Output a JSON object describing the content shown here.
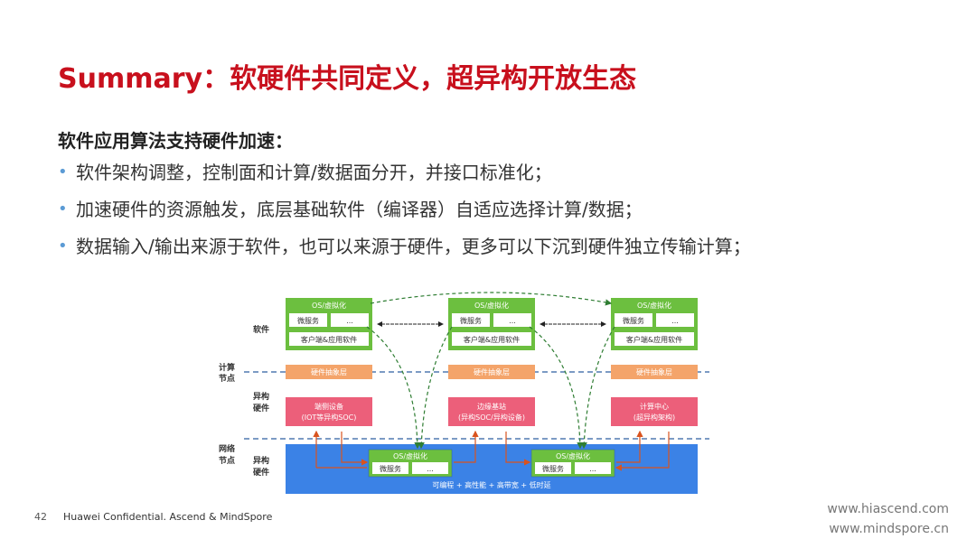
{
  "title": "Summary：软硬件共同定义，超异构开放生态",
  "subtitle": "软件应用算法支持硬件加速：",
  "bullets": [
    "软件架构调整，控制面和计算/数据面分开，并接口标准化；",
    "加速硬件的资源触发，底层基础软件（编译器）自适应选择计算/数据；",
    "数据输入/输出来源于软件，也可以来源于硬件，更多可以下沉到硬件独立传输计算；"
  ],
  "diagram": {
    "row_labels": {
      "software": "软件",
      "compute_node_1": "计算",
      "compute_node_2": "节点",
      "hetero_hw_1": "异构",
      "hetero_hw_2": "硬件",
      "network_node_1": "网络",
      "network_node_2": "节点",
      "network_hetero_1": "异构",
      "network_hetero_2": "硬件"
    },
    "software_stacks": [
      {
        "os": "OS/虚拟化",
        "micro": "微服务",
        "more": "...",
        "client": "客户端&应用软件"
      },
      {
        "os": "OS/虚拟化",
        "micro": "微服务",
        "more": "...",
        "client": "客户端&应用软件"
      },
      {
        "os": "OS/虚拟化",
        "micro": "微服务",
        "more": "...",
        "client": "客户端&应用软件"
      }
    ],
    "abstraction_layers": [
      "硬件抽象层",
      "硬件抽象层",
      "硬件抽象层"
    ],
    "hardware_boxes": [
      {
        "line1": "端侧设备",
        "line2": "(IOT等异构SOC)"
      },
      {
        "line1": "边缘基站",
        "line2": "(异构SOC/异构设备)"
      },
      {
        "line1": "计算中心",
        "line2": "(超异构架构)"
      }
    ],
    "network_stacks": [
      {
        "os": "OS/虚拟化",
        "micro": "微服务",
        "more": "..."
      },
      {
        "os": "OS/虚拟化",
        "micro": "微服务",
        "more": "..."
      }
    ],
    "network_caption": "可编程 + 高性能 + 高带宽 + 低时延",
    "colors": {
      "green": "#6cbf3f",
      "orange": "#f4a46a",
      "pink": "#ec5f7a",
      "blue": "#3b82e6",
      "dashed": "#2f5fa0",
      "arrow_dark": "#2e7d32",
      "arrow_red": "#d9531e"
    }
  },
  "footer": {
    "page_number": "42",
    "text": "Huawei Confidential. Ascend & MindSpore",
    "url1": "www.hiascend.com",
    "url2": "www.mindspore.cn"
  }
}
